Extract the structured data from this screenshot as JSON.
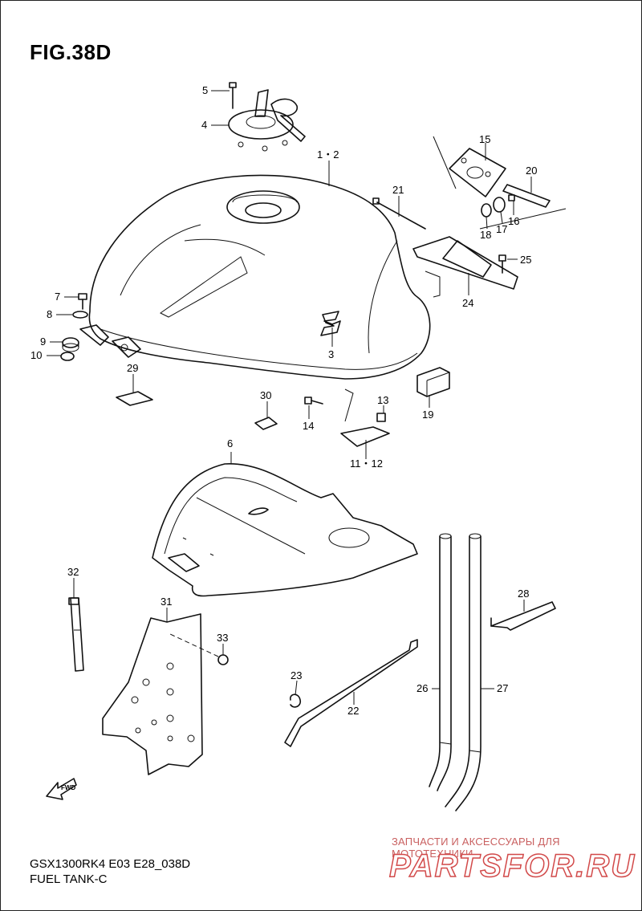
{
  "figure": {
    "title": "FIG.38D",
    "model_code": "GSX1300RK4 E03 E28_038D",
    "section_name": "FUEL TANK-C"
  },
  "watermark": {
    "caption": "ЗАПЧАСТИ И АКСЕССУАРЫ ДЛЯ МОТОТЕХНИКИ",
    "logo": "PARTSFOR.RU"
  },
  "arrow_badge": "FWD",
  "callouts": {
    "p1_2": "1・2",
    "p3": "3",
    "p4": "4",
    "p5": "5",
    "p6": "6",
    "p7": "7",
    "p8": "8",
    "p9": "9",
    "p10": "10",
    "p11_12": "11・12",
    "p13": "13",
    "p14": "14",
    "p15": "15",
    "p16": "16",
    "p17": "17",
    "p18": "18",
    "p19": "19",
    "p20": "20",
    "p21": "21",
    "p22": "22",
    "p23": "23",
    "p24": "24",
    "p25": "25",
    "p26": "26",
    "p27": "27",
    "p28": "28",
    "p29": "29",
    "p30": "30",
    "p31": "31",
    "p32": "32",
    "p33": "33"
  }
}
